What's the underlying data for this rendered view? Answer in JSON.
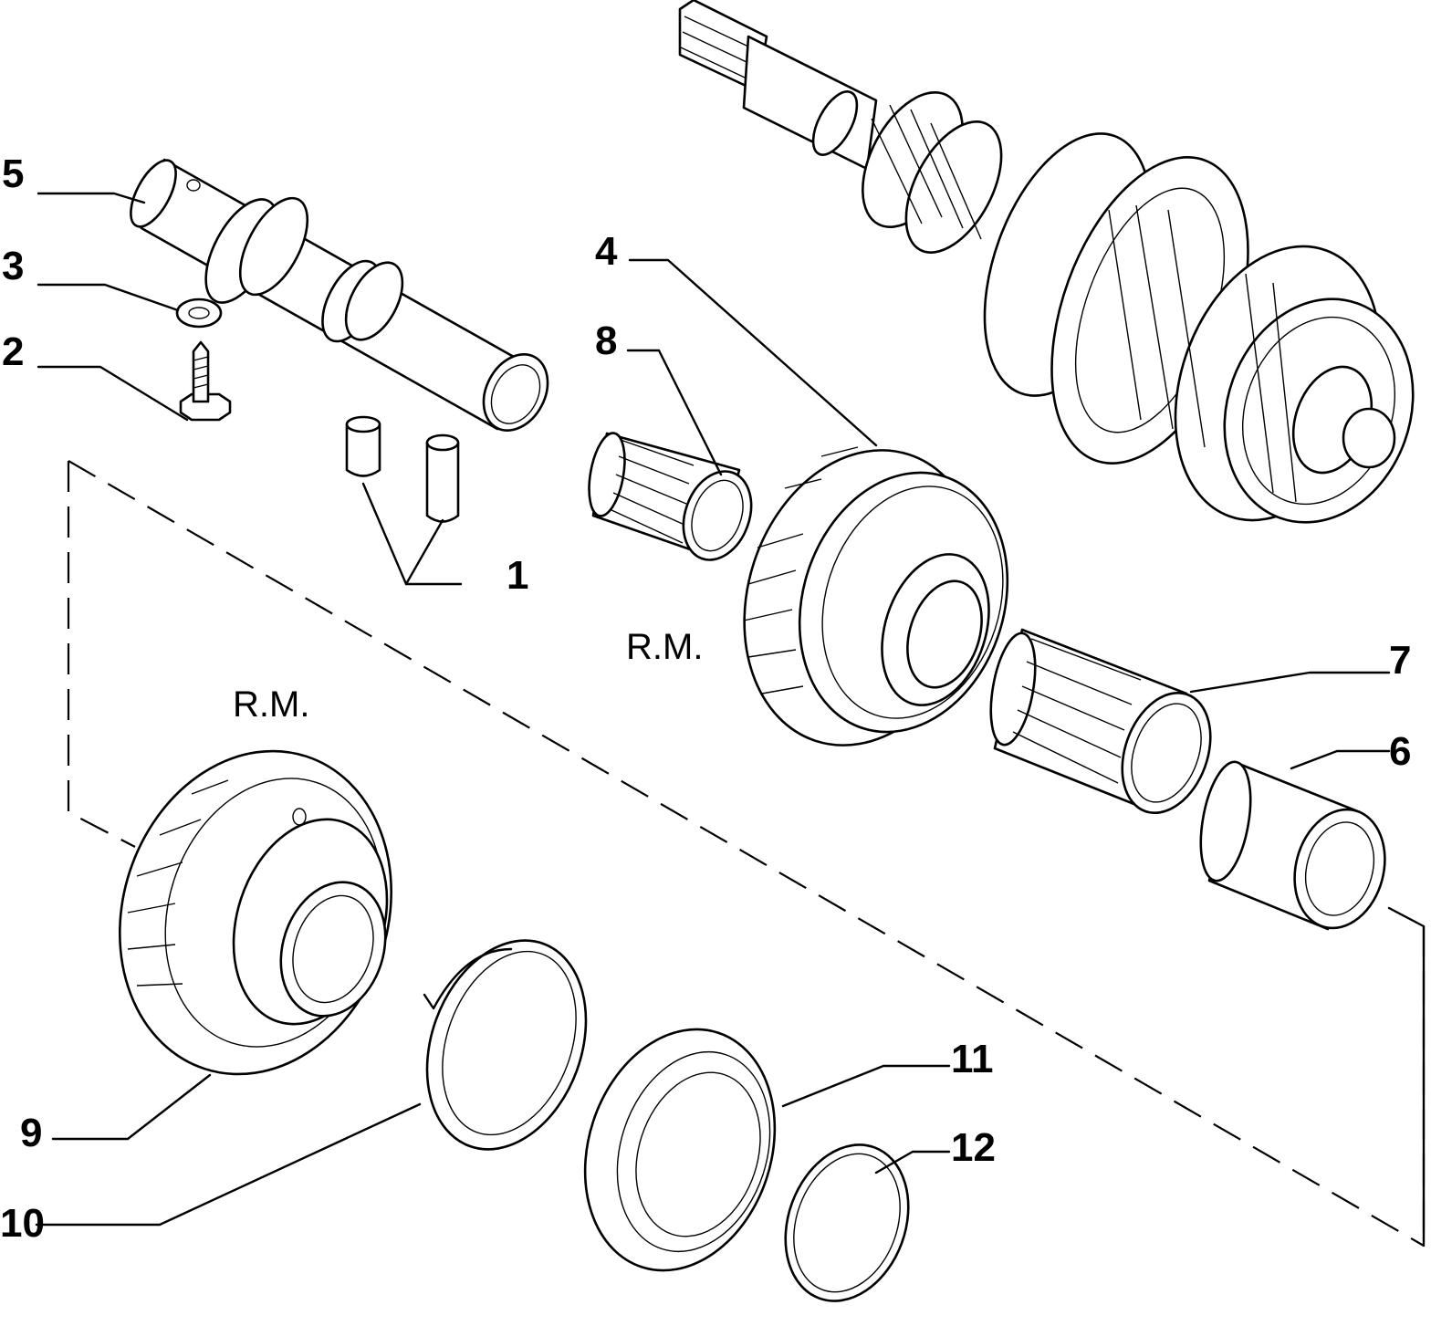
{
  "labels": [
    "1",
    "2",
    "3",
    "4",
    "5",
    "6",
    "7",
    "8",
    "9",
    "10",
    "11",
    "12"
  ],
  "rm_labels": [
    "R.M.",
    "R.M."
  ],
  "colors": {
    "line": "#000000",
    "background": "#ffffff"
  },
  "parts": [
    {
      "callout": "1",
      "name": "dowel-pins"
    },
    {
      "callout": "2",
      "name": "bolt"
    },
    {
      "callout": "3",
      "name": "washer"
    },
    {
      "callout": "4",
      "name": "reverse-gear"
    },
    {
      "callout": "5",
      "name": "reverse-shaft"
    },
    {
      "callout": "6",
      "name": "bushing"
    },
    {
      "callout": "7",
      "name": "needle-bearing-large"
    },
    {
      "callout": "8",
      "name": "needle-bearing-small"
    },
    {
      "callout": "9",
      "name": "gear-with-hub"
    },
    {
      "callout": "10",
      "name": "synchro-ring"
    },
    {
      "callout": "11",
      "name": "synchro-cone"
    },
    {
      "callout": "12",
      "name": "snap-ring"
    }
  ]
}
